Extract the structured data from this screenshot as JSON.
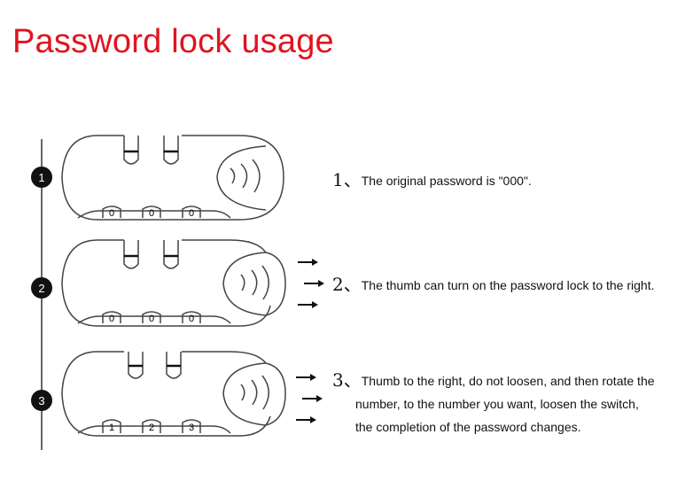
{
  "title": "Password lock usage",
  "steps": [
    {
      "marker": "1",
      "num": "1、",
      "text": "The original password is \"000\".",
      "digits": [
        "0",
        "0",
        "0"
      ]
    },
    {
      "marker": "2",
      "num": "2、",
      "text": "The thumb can turn on the password lock to the right.",
      "digits": [
        "0",
        "0",
        "0"
      ]
    },
    {
      "marker": "3",
      "num": "3、",
      "lines": [
        "Thumb to the right, do not loosen, and then rotate the",
        "number, to the number you want, loosen the switch,",
        "the completion of the password changes."
      ],
      "digits": [
        "1",
        "2",
        "3"
      ]
    }
  ],
  "colors": {
    "title": "#e0141e",
    "line": "#444444",
    "marker_bg": "#111111"
  }
}
